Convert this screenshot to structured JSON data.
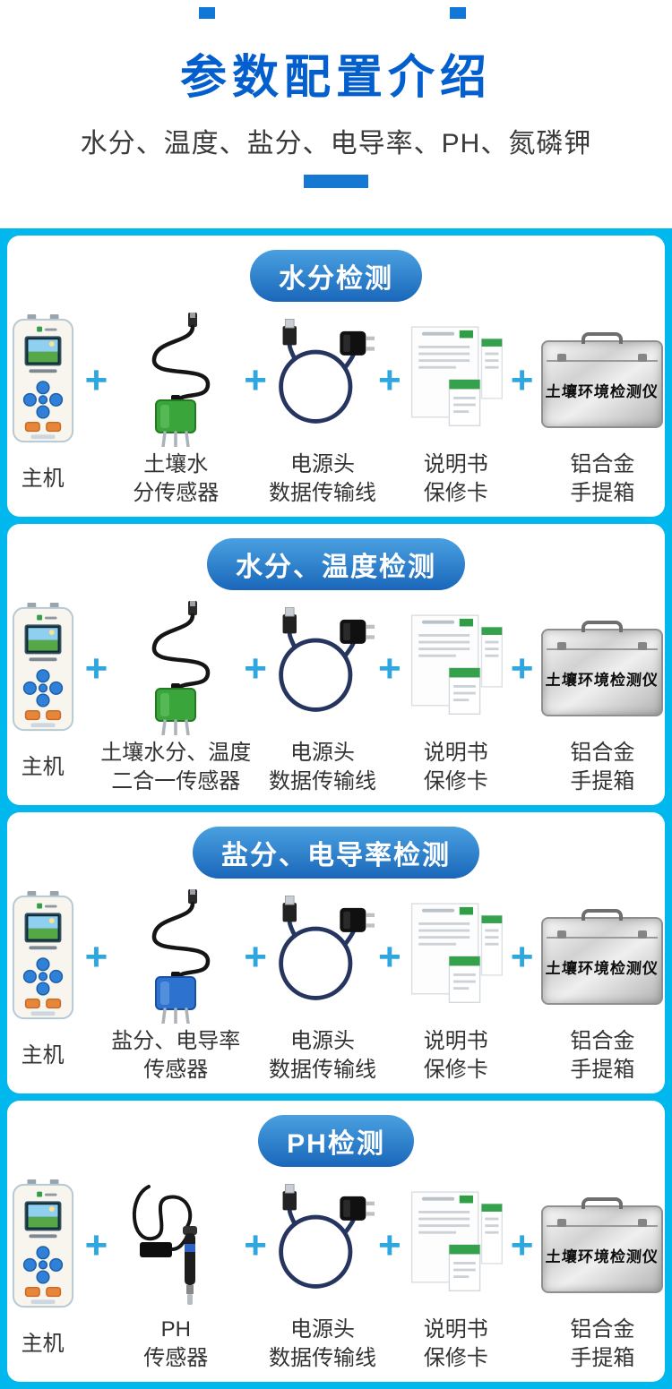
{
  "header": {
    "title": "参数配置介绍",
    "subtitle": "水分、温度、盐分、电导率、PH、氮磷钾"
  },
  "plus_sign": "+",
  "case_text": "土壤环境检测仪",
  "colors": {
    "page_cyan": "#00b7ee",
    "title_blue": "#045fce",
    "badge_blue": "#1a67ba",
    "plus_blue": "#2ea7e0",
    "sensor_green": "#3aa53a",
    "sensor_blue": "#2e72cf"
  },
  "sections": [
    {
      "badge": "水分检测",
      "items": [
        {
          "kind": "main-unit",
          "lines": [
            "主机"
          ]
        },
        {
          "kind": "soil-moisture-sensor",
          "lines": [
            "土壤水",
            "分传感器"
          ]
        },
        {
          "kind": "power-data-cable",
          "lines": [
            "电源头",
            "数据传输线"
          ]
        },
        {
          "kind": "manual-warranty",
          "lines": [
            "说明书",
            "保修卡"
          ]
        },
        {
          "kind": "aluminum-case",
          "lines": [
            "铝合金",
            "手提箱"
          ]
        }
      ]
    },
    {
      "badge": "水分、温度检测",
      "items": [
        {
          "kind": "main-unit",
          "lines": [
            "主机"
          ]
        },
        {
          "kind": "moisture-temp-2in1-sensor",
          "lines": [
            "土壤水分、温度",
            "二合一传感器"
          ]
        },
        {
          "kind": "power-data-cable",
          "lines": [
            "电源头",
            "数据传输线"
          ]
        },
        {
          "kind": "manual-warranty",
          "lines": [
            "说明书",
            "保修卡"
          ]
        },
        {
          "kind": "aluminum-case",
          "lines": [
            "铝合金",
            "手提箱"
          ]
        }
      ]
    },
    {
      "badge": "盐分、电导率检测",
      "items": [
        {
          "kind": "main-unit",
          "lines": [
            "主机"
          ]
        },
        {
          "kind": "salinity-ec-sensor",
          "lines": [
            "盐分、电导率",
            "传感器"
          ]
        },
        {
          "kind": "power-data-cable",
          "lines": [
            "电源头",
            "数据传输线"
          ]
        },
        {
          "kind": "manual-warranty",
          "lines": [
            "说明书",
            "保修卡"
          ]
        },
        {
          "kind": "aluminum-case",
          "lines": [
            "铝合金",
            "手提箱"
          ]
        }
      ]
    },
    {
      "badge": "PH检测",
      "items": [
        {
          "kind": "main-unit",
          "lines": [
            "主机"
          ]
        },
        {
          "kind": "ph-sensor",
          "lines": [
            "PH",
            "传感器"
          ]
        },
        {
          "kind": "power-data-cable",
          "lines": [
            "电源头",
            "数据传输线"
          ]
        },
        {
          "kind": "manual-warranty",
          "lines": [
            "说明书",
            "保修卡"
          ]
        },
        {
          "kind": "aluminum-case",
          "lines": [
            "铝合金",
            "手提箱"
          ]
        }
      ]
    }
  ]
}
